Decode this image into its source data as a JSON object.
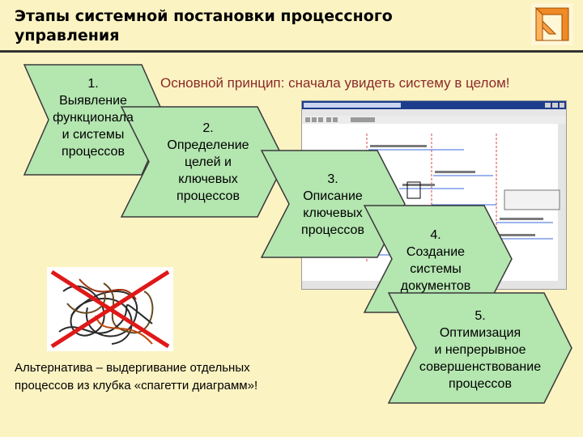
{
  "header": {
    "title_line1": "Этапы системной постановки процессного",
    "title_line2": "управления"
  },
  "subtitle": "Основной принцип: сначала увидеть систему в целом!",
  "steps": [
    {
      "num": "1.",
      "l1": "Выявление",
      "l2": "функционала",
      "l3": "и системы",
      "l4": "процессов"
    },
    {
      "num": "2.",
      "l1": "Определение",
      "l2": "целей и",
      "l3": "ключевых",
      "l4": "процессов"
    },
    {
      "num": "3.",
      "l1": "Описание",
      "l2": "ключевых",
      "l3": "процессов"
    },
    {
      "num": "4.",
      "l1": "Создание",
      "l2": "системы",
      "l3": "документов"
    },
    {
      "num": "5.",
      "l1": "Оптимизация",
      "l2": "и непрерывное",
      "l3": "совершенствование",
      "l4": "процессов"
    }
  ],
  "alternative": {
    "line1": "Альтернатива – выдергивание отдельных",
    "line2": "процессов из клубка «спагетти диаграмм»!"
  },
  "colors": {
    "background": "#fbf3c2",
    "chevron_fill": "#b4e6b0",
    "chevron_stroke": "#3a3a3a",
    "subtitle": "#8b2a2a",
    "cross": "#e01818"
  },
  "icons": [
    "logo-impossible-triangle-icon",
    "spaghetti-diagram-image",
    "red-cross-icon"
  ]
}
